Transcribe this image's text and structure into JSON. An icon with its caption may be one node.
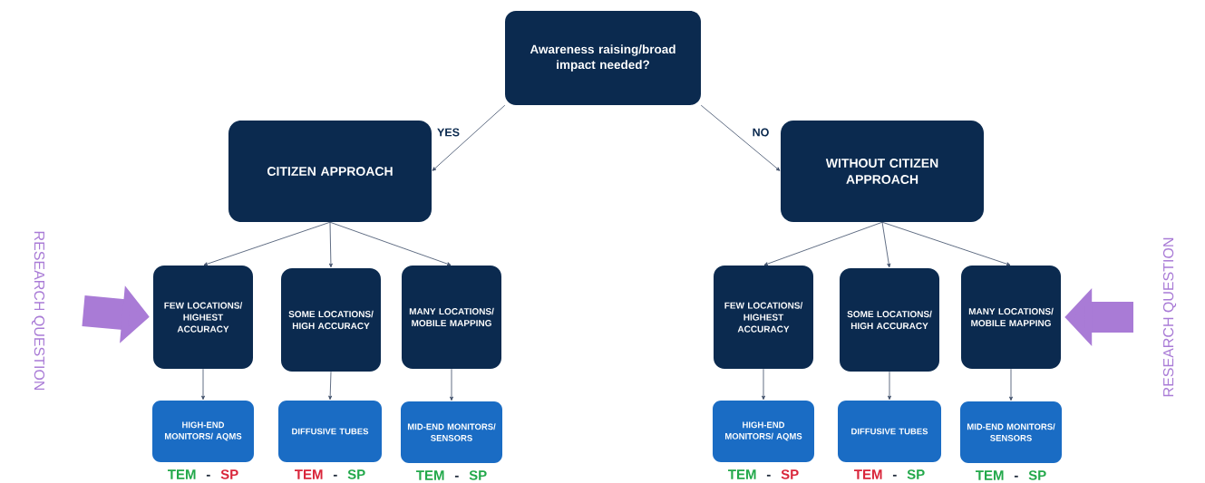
{
  "diagram": {
    "nodes": [
      {
        "text": [
          "Awareness raising/broad impact needed?"
        ]
      },
      {
        "text": [
          "CITIZEN APPROACH"
        ]
      },
      {
        "text": [
          "WITHOUT CITIZEN APPROACH"
        ]
      },
      {
        "text": [
          "FEW LOCATIONS/ HIGHEST ACCURACY"
        ]
      },
      {
        "text": [
          "SOME LOCATIONS/ HIGH ACCURACY"
        ]
      },
      {
        "text": [
          "MANY LOCATIONS/ MOBILE MAPPING"
        ]
      },
      {
        "text": [
          "FEW LOCATIONS/ HIGHEST ACCURACY"
        ]
      },
      {
        "text": [
          "SOME LOCATIONS/ HIGH ACCURACY"
        ]
      },
      {
        "text": [
          "MANY LOCATIONS/ MOBILE MAPPING"
        ]
      },
      {
        "text": [
          "HIGH-END MONITORS/ AQMS"
        ],
        "beside": [
          "TEM",
          "-",
          "SP"
        ]
      },
      {
        "text": [
          "DIFFUSIVE TUBES"
        ],
        "beside": [
          "TEM",
          "-",
          "SP"
        ]
      },
      {
        "text": [
          "MID-END MONITORS/ SENSORS"
        ],
        "beside": [
          "TEM",
          "-",
          "SP"
        ]
      },
      {
        "text": [
          "HIGH-END MONITORS/ AQMS"
        ],
        "beside": [
          "TEM",
          "-",
          "SP"
        ]
      },
      {
        "text": [
          "DIFFUSIVE TUBES"
        ],
        "beside": [
          "TEM",
          "-",
          "SP"
        ]
      },
      {
        "text": [
          "MID-END MONITORS/ SENSORS"
        ],
        "beside": [
          "TEM",
          "-",
          "SP"
        ]
      },
      {
        "text": [
          "RESEARCH QUESTION"
        ]
      },
      {
        "text": [
          "RESEARCH QUESTION"
        ]
      }
    ],
    "edges": [
      {
        "from": 0,
        "to": 1,
        "arrow": "to",
        "label": "YES"
      },
      {
        "from": 0,
        "to": 2,
        "arrow": "to",
        "label": "NO"
      },
      {
        "from": 1,
        "to": 3,
        "arrow": "to"
      },
      {
        "from": 1,
        "to": 4,
        "arrow": "to"
      },
      {
        "from": 1,
        "to": 5,
        "arrow": "to"
      },
      {
        "from": 2,
        "to": 6,
        "arrow": "to"
      },
      {
        "from": 2,
        "to": 7,
        "arrow": "to"
      },
      {
        "from": 2,
        "to": 8,
        "arrow": "to"
      },
      {
        "from": 3,
        "to": 9,
        "arrow": "to"
      },
      {
        "from": 4,
        "to": 10,
        "arrow": "to"
      },
      {
        "from": 5,
        "to": 11,
        "arrow": "to"
      },
      {
        "from": 6,
        "to": 12,
        "arrow": "to"
      },
      {
        "from": 7,
        "to": 13,
        "arrow": "to"
      },
      {
        "from": 8,
        "to": 14,
        "arrow": "to"
      },
      {
        "from": 15,
        "to": 3,
        "arrow": "to",
        "style": "thick",
        "color": "#a97bd6"
      },
      {
        "from": 16,
        "to": 8,
        "arrow": "to",
        "style": "thick",
        "color": "#a97bd6"
      }
    ]
  }
}
